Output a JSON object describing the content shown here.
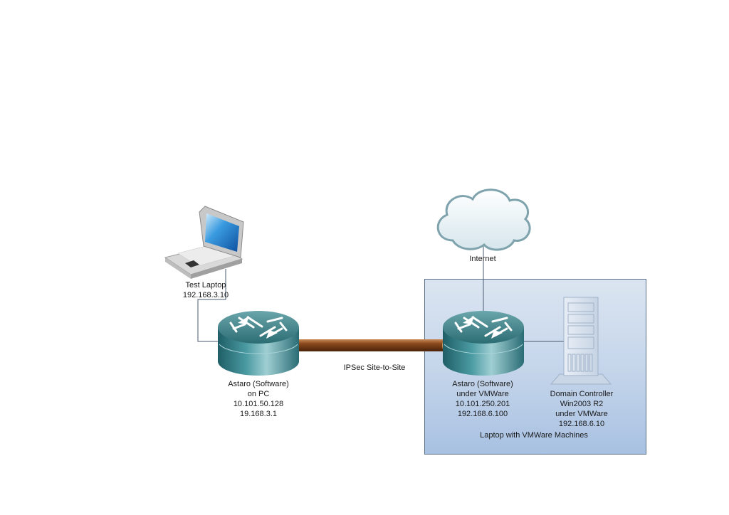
{
  "diagram": {
    "type": "network-topology",
    "colors": {
      "group_fill_top": "#dbe5f1",
      "group_fill_bottom": "#a8c1e2",
      "group_border": "#5a6e86",
      "link_line": "#4a5a70",
      "tunnel": "#8b4a1e",
      "router_body": "#2f7d84"
    },
    "nodes": {
      "laptop": {
        "icon": "laptop-icon",
        "lines": [
          "Test Laptop",
          "192.168.3.10"
        ]
      },
      "router_pc": {
        "icon": "router-icon",
        "lines": [
          "Astaro (Software)",
          "on PC",
          "10.101.50.128",
          "19.168.3.1"
        ]
      },
      "cloud": {
        "icon": "cloud-icon",
        "lines": [
          "Internet"
        ]
      },
      "router_vm": {
        "icon": "router-icon",
        "lines": [
          "Astaro (Software)",
          "under VMWare",
          "10.101.250.201",
          "192.168.6.100"
        ]
      },
      "server": {
        "icon": "server-icon",
        "lines": [
          "Domain Controller",
          "Win2003 R2",
          "under VMWare",
          "192.168.6.10"
        ]
      }
    },
    "links": [
      {
        "from": "laptop",
        "to": "router_pc",
        "style": "line"
      },
      {
        "from": "router_pc",
        "to": "router_vm",
        "style": "tunnel",
        "label": "IPSec Site-to-Site"
      },
      {
        "from": "cloud",
        "to": "router_vm",
        "style": "line"
      },
      {
        "from": "router_vm",
        "to": "server",
        "style": "line"
      }
    ],
    "groups": [
      {
        "label": "Laptop with VMWare Machines",
        "contains": [
          "router_vm",
          "server"
        ]
      }
    ]
  }
}
